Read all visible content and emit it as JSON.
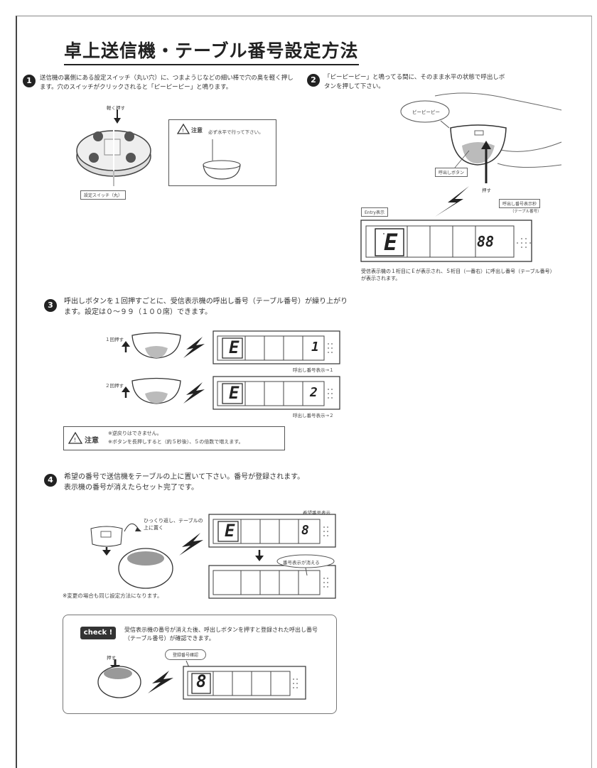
{
  "title": "卓上送信機・テーブル番号設定方法",
  "steps": [
    {
      "number": "1",
      "text": "送信機の裏側にある設定スイッチ（丸い穴）に、つまようじなどの細い棒で穴の奥を軽く押します。穴のスイッチがクリックされると「ピーピーピー」と鳴ります。",
      "press_label": "軽く押す",
      "switch_label": "設定スイッチ（丸）",
      "caution_title": "注意",
      "caution_text": "必ず水平で行って下さい。"
    },
    {
      "number": "2",
      "text": "「ピーピーピー」と鳴ってる間に、そのまま水平の状態で呼出しボタンを押して下さい。",
      "beep_label": "ピーピーピー",
      "call_button_label": "呼出しボタン",
      "press_label": "押す",
      "entry_label": "Entry表示",
      "number_label": "呼出し番号表示秒",
      "number_sub": "（テーブル番号）",
      "display_letter": "E",
      "display_number": "88",
      "note": "受信表示機の１桁目にＥが表示され、５桁目（一番右）に呼出し番号（テーブル番号）が表示されます。"
    },
    {
      "number": "3",
      "text": "呼出しボタンを１回押すごとに、受信表示機の呼出し番号（テーブル番号）が繰り上がります。設定は０～９９（１００席）できます。",
      "rows": [
        {
          "press": "１回押す",
          "digit": "1",
          "caption": "呼出し番号表示→１"
        },
        {
          "press": "２回押す",
          "digit": "2",
          "caption": "呼出し番号表示→２"
        }
      ],
      "caution_title": "注意",
      "caution_lines": [
        "※逆戻りはできません。",
        "※ボタンを長押しすると（約５秒後）、５の倍数で増えます。"
      ]
    },
    {
      "number": "4",
      "text": "希望の番号で送信機をテーブルの上に置いて下さい。番号が登録されます。表示機の番号が消えたらセット完了です。",
      "display_caption": "希望番号表示",
      "flip_note": "ひっくり返し、テーブルの上に置く",
      "display_digit": "8",
      "clear_label": "番号表示が消える",
      "change_note": "※変更の場合も同じ設定方法になります。"
    }
  ],
  "check": {
    "badge": "check !",
    "text": "受信表示機の番号が消えた後、呼出しボタンを押すと登録された呼出し番号（テーブル番号）が確認できます。",
    "press_label": "押す",
    "confirm_label": "登録番号確認",
    "display_digit": "8"
  }
}
